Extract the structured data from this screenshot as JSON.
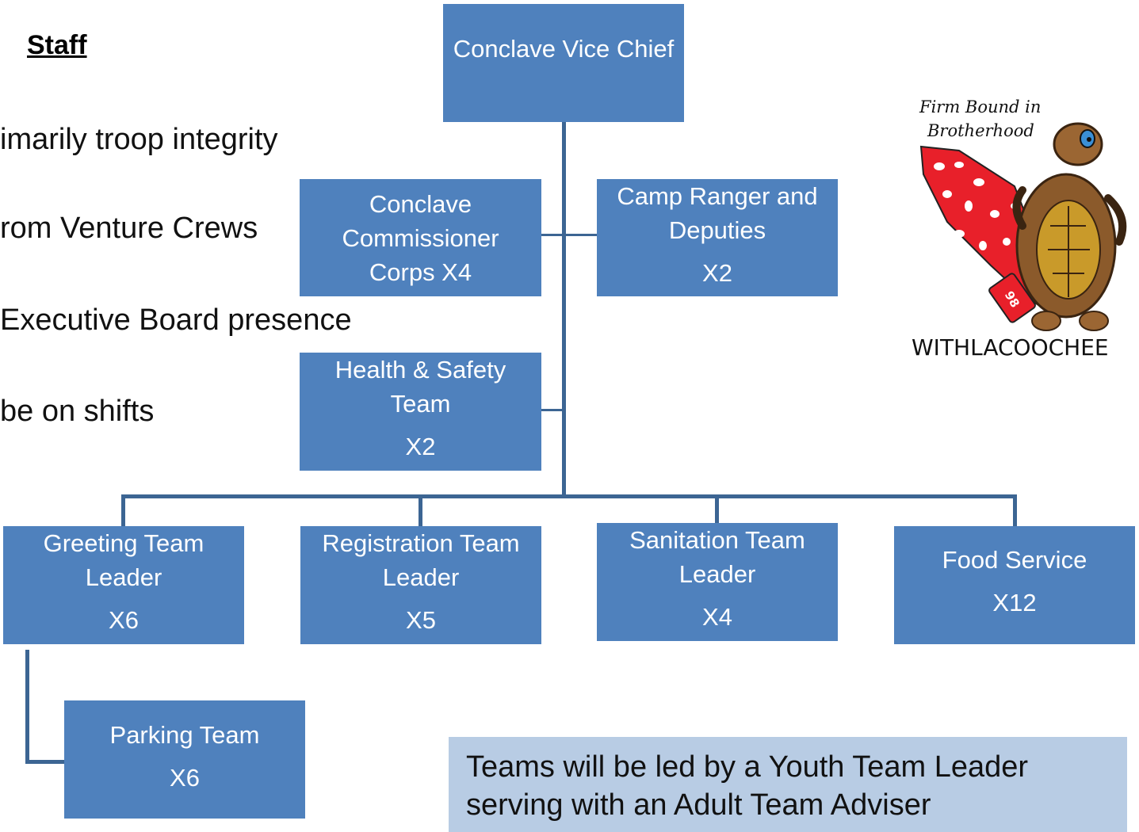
{
  "heading": "Staff",
  "bullets": [
    "imarily troop integrity",
    "rom Venture Crews",
    "Executive Board presence",
    " be on shifts"
  ],
  "org_chart": {
    "top": {
      "name": "Conclave Vice Chief"
    },
    "commissioner": {
      "name": "Conclave Commissioner Corps X4"
    },
    "ranger": {
      "name": "Camp Ranger and Deputies",
      "count": "X2"
    },
    "health": {
      "name": "Health & Safety Team",
      "count": "X2"
    },
    "greeting": {
      "name": "Greeting Team Leader",
      "count": "X6"
    },
    "registration": {
      "name": "Registration Team Leader",
      "count": "X5"
    },
    "sanitation": {
      "name": "Sanitation Team Leader",
      "count": "X4"
    },
    "food": {
      "name": "Food Service",
      "count": "X12"
    },
    "parking": {
      "name": "Parking Team",
      "count": "X6"
    }
  },
  "note": "Teams will be led by a Youth Team Leader serving with an Adult Team Adviser",
  "logo": {
    "motto": "Firm Bound in Brotherhood",
    "lodge": "WITHLACOOCHEE",
    "number": "98"
  },
  "colors": {
    "box": "#4f81bd",
    "connector": "#3c6593",
    "note_bg": "#b8cce4"
  }
}
